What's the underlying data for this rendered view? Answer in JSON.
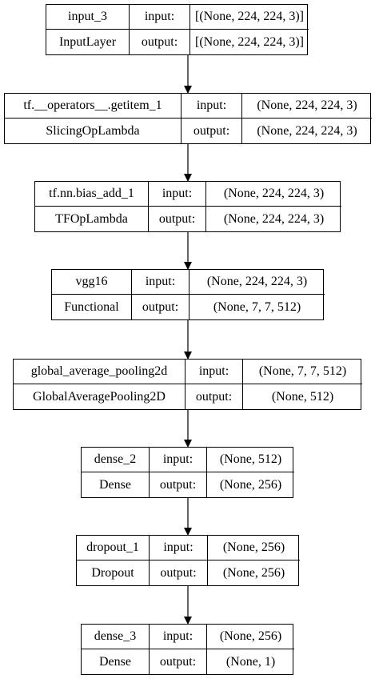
{
  "nodes": [
    {
      "name": "input_3",
      "type": "InputLayer",
      "input_label": "input:",
      "output_label": "output:",
      "input_shape": "[(None, 224, 224, 3)]",
      "output_shape": "[(None, 224, 224, 3)]"
    },
    {
      "name": "tf.__operators__.getitem_1",
      "type": "SlicingOpLambda",
      "input_label": "input:",
      "output_label": "output:",
      "input_shape": "(None, 224, 224, 3)",
      "output_shape": "(None, 224, 224, 3)"
    },
    {
      "name": "tf.nn.bias_add_1",
      "type": "TFOpLambda",
      "input_label": "input:",
      "output_label": "output:",
      "input_shape": "(None, 224, 224, 3)",
      "output_shape": "(None, 224, 224, 3)"
    },
    {
      "name": "vgg16",
      "type": "Functional",
      "input_label": "input:",
      "output_label": "output:",
      "input_shape": "(None, 224, 224, 3)",
      "output_shape": "(None, 7, 7, 512)"
    },
    {
      "name": "global_average_pooling2d",
      "type": "GlobalAveragePooling2D",
      "input_label": "input:",
      "output_label": "output:",
      "input_shape": "(None, 7, 7, 512)",
      "output_shape": "(None, 512)"
    },
    {
      "name": "dense_2",
      "type": "Dense",
      "input_label": "input:",
      "output_label": "output:",
      "input_shape": "(None, 512)",
      "output_shape": "(None, 256)"
    },
    {
      "name": "dropout_1",
      "type": "Dropout",
      "input_label": "input:",
      "output_label": "output:",
      "input_shape": "(None, 256)",
      "output_shape": "(None, 256)"
    },
    {
      "name": "dense_3",
      "type": "Dense",
      "input_label": "input:",
      "output_label": "output:",
      "input_shape": "(None, 256)",
      "output_shape": "(None, 1)"
    }
  ]
}
